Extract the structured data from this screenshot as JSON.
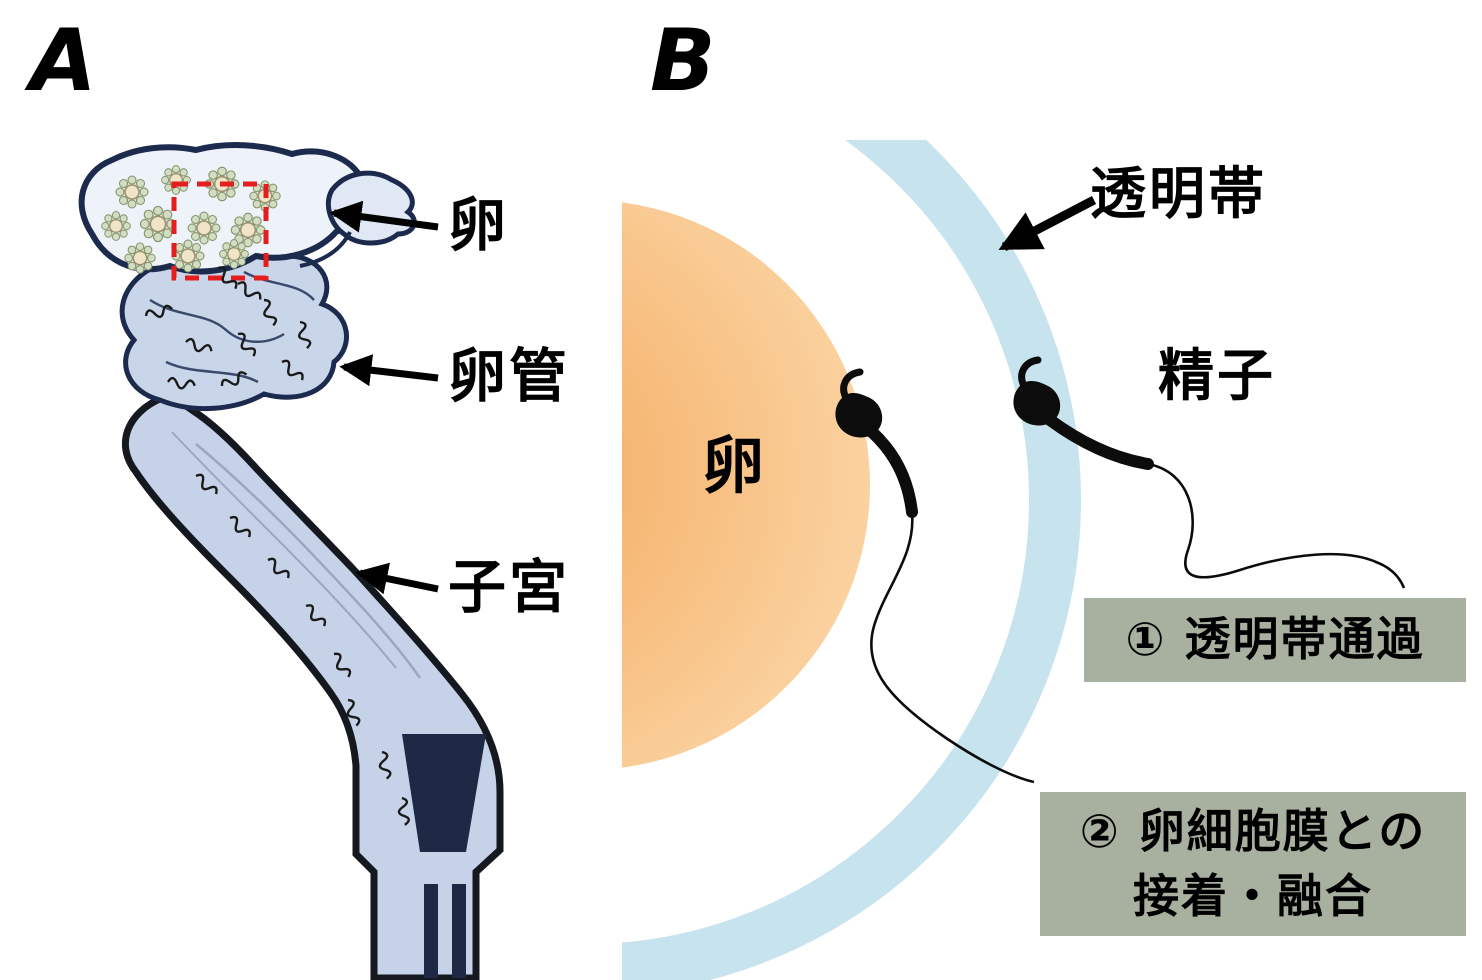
{
  "figure": {
    "panel_a": {
      "letter": "A",
      "label_egg": "卵",
      "label_oviduct": "卵管",
      "label_uterus": "子宮"
    },
    "panel_b": {
      "letter": "B",
      "label_zona": "透明帯",
      "label_sperm": "精子",
      "label_egg": "卵",
      "step1": "① 透明帯通過",
      "step2_line1": "② 卵細胞膜との",
      "step2_line2": "接着・融合"
    }
  },
  "colors": {
    "egg_orange": "#f4a95c",
    "egg_orange_light": "#fbd8aa",
    "zona_blue": "#c7e3ee",
    "box_sage": "#a8b1a0",
    "outline_navy": "#1c2b4d",
    "tract_fill": "#c6d2e7",
    "ovary_fill": "#eef2f9",
    "highlight_red": "#e41e1e"
  }
}
